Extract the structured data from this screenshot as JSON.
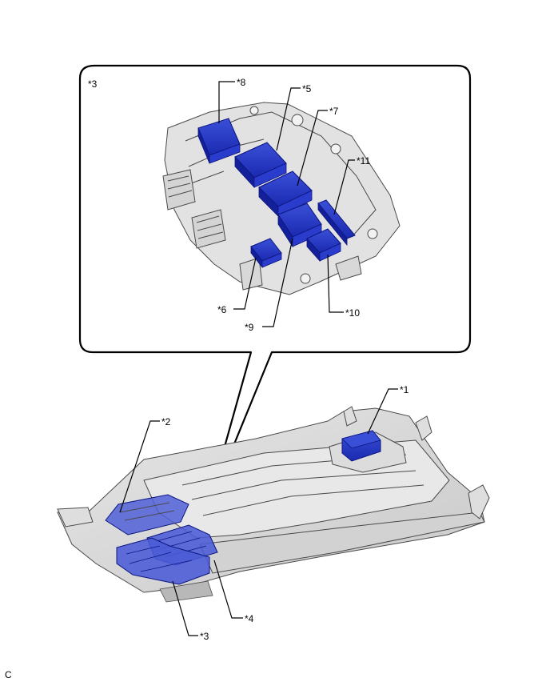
{
  "callouts": {
    "c1": "*1",
    "c2": "*2",
    "c3_main": "*3",
    "c3_inset": "*3",
    "c4": "*4",
    "c5": "*5",
    "c6": "*6",
    "c7": "*7",
    "c8": "*8",
    "c9": "*9",
    "c10": "*10",
    "c11": "*11"
  },
  "corner_code": "C",
  "colors": {
    "component_blue": "#1c2fc2",
    "component_blue_light": "#3a4fd8",
    "housing_gray": "#d9d9d9",
    "outline": "#4a4a4a"
  }
}
